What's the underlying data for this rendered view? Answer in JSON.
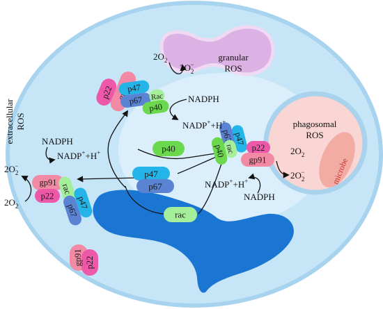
{
  "labels": {
    "granular_ros": [
      "granular",
      "ROS"
    ],
    "phagosomal_ros": [
      "phagosomal",
      "ROS"
    ],
    "extracellular_ros": [
      "extracellular",
      "ROS"
    ],
    "microbe": "microbe",
    "nadph": "NADPH",
    "nadp": "NADP",
    "plus": "+",
    "plus_h": "+H",
    "o2_coef": "2O",
    "two": "2",
    "minus": "−"
  },
  "proteins": {
    "gp91": "gp91",
    "p22": "p22",
    "p47": "p47",
    "p67": "p67",
    "p40": "p40",
    "rac": "rac",
    "Rac": "Rac"
  },
  "colors": {
    "cell_fill": "#c6e6f7",
    "cell_border": "#a7d3ee",
    "nucleus": "#1a76d2",
    "granule": "#dcb1e4",
    "phagosome": "#f9d5d3",
    "microbe": "#f3aca4",
    "gp91": "#f28aa5",
    "p22": "#ee58a9",
    "p47": "#25b4e8",
    "p67": "#5b83d4",
    "p40": "#6bd84e",
    "rac": "#a6ef9a"
  }
}
